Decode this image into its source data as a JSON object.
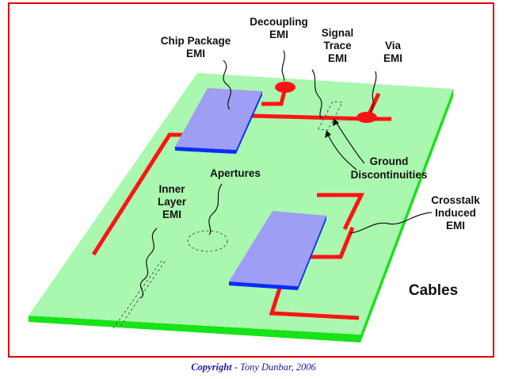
{
  "colors": {
    "frame": "#e00000",
    "board_top": "#aaf7b0",
    "board_edge": "#17e317",
    "trace": "#ff1414",
    "chip_top": "#9e9ef5",
    "chip_edge": "#0a2dff",
    "copyright": "#1a1aa8"
  },
  "labels": {
    "chip_package": [
      "Chip Package",
      "EMI"
    ],
    "decoupling": [
      "Decoupling",
      "EMI"
    ],
    "signal_trace": [
      "Signal",
      "Trace",
      "EMI"
    ],
    "via": [
      "Via",
      "EMI"
    ],
    "ground_disc": [
      "Ground",
      "Discontinuities"
    ],
    "apertures": "Apertures",
    "inner_layer": [
      "Inner",
      "Layer",
      "EMI"
    ],
    "crosstalk": [
      "Crosstalk",
      "Induced",
      "EMI"
    ],
    "cables": "Cables"
  },
  "copyright": {
    "strong": "Copyright",
    "rest": " - Tony Dunbar, 2006"
  }
}
